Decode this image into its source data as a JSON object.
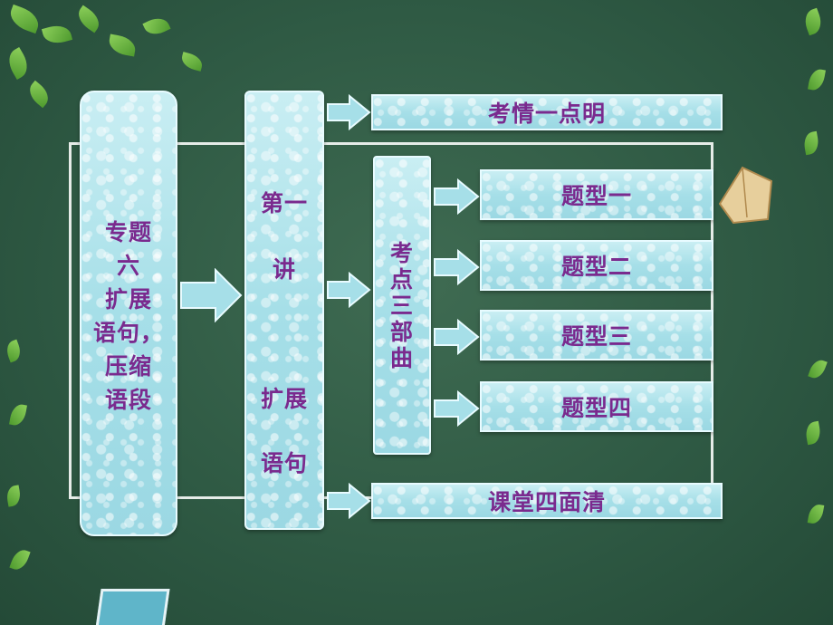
{
  "topic": {
    "line1": "专题",
    "line2": "六",
    "line3": "扩展",
    "line4": "语句，",
    "line5": "压缩",
    "line6": "语段"
  },
  "lecture": {
    "line1": "第一",
    "line2": "讲",
    "line3": "扩展",
    "line4": "语句"
  },
  "exam_info": "考情一点明",
  "three_parts": {
    "c1": "考",
    "c2": "点",
    "c3": "三",
    "c4": "部",
    "c5": "曲"
  },
  "question_types": [
    "题型一",
    "题型二",
    "题型三",
    "题型四"
  ],
  "class_summary": "课堂四面清",
  "colors": {
    "board": "#2f5a44",
    "box": "#a6dfe8",
    "text": "#7a2a8e"
  }
}
